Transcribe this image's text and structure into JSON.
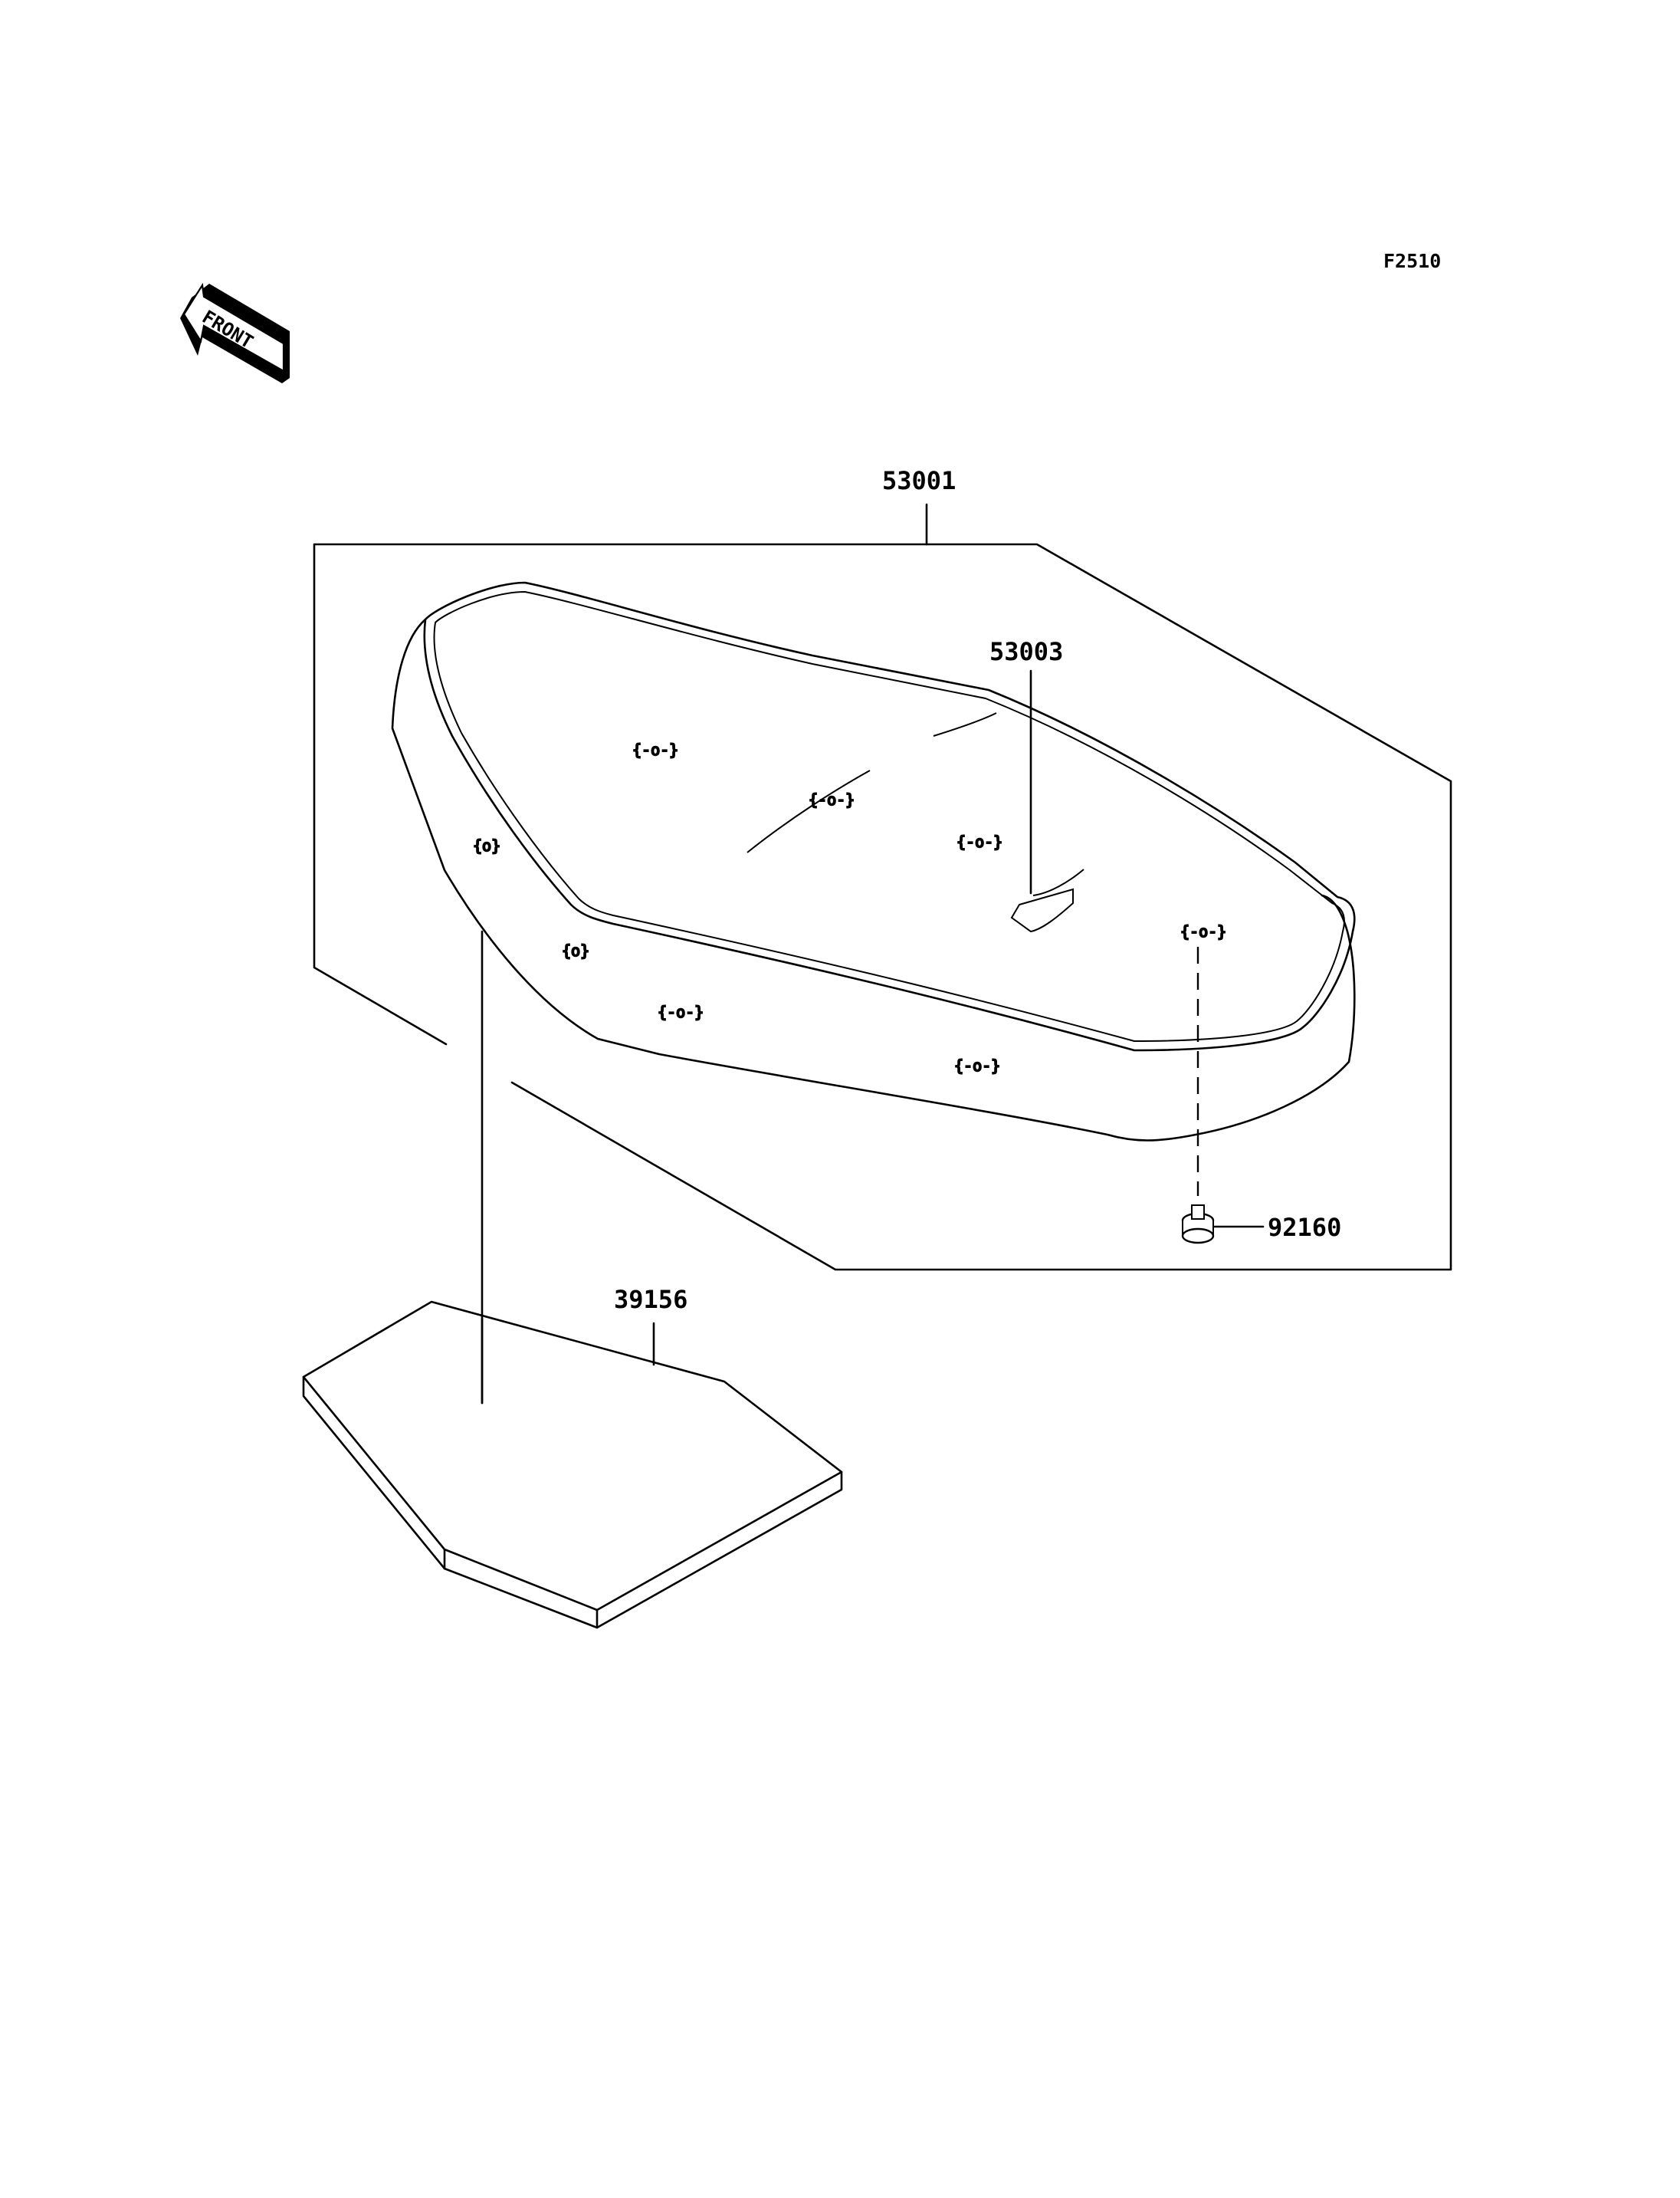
{
  "figure_code": "F2510",
  "front_label": "FRONT",
  "parts": [
    {
      "id": "seat-assy",
      "number": "53001"
    },
    {
      "id": "seat-cover",
      "number": "53003"
    },
    {
      "id": "damper",
      "number": "92160"
    },
    {
      "id": "pad",
      "number": "39156"
    }
  ]
}
